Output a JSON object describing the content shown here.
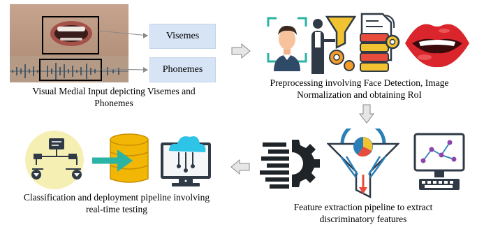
{
  "stage1": {
    "caption_line1": "Visual Medial Input depicting Visemes and",
    "caption_line2": "Phonemes",
    "visemes_label": "Visemes",
    "phonemes_label": "Phonemes"
  },
  "stage2": {
    "caption_line1": "Preprocessing involving Face Detection, Image",
    "caption_line2": "Normalization and obtaining RoI"
  },
  "stage3": {
    "caption_line1": "Feature extraction pipeline to extract",
    "caption_line2": "discriminatory features"
  },
  "stage4": {
    "caption_line1": "Classification and deployment pipeline involving",
    "caption_line2": "real-time testing"
  },
  "colors": {
    "label_box": "#d6e4f5",
    "arrow": "#e0e0e0",
    "accent_teal": "#2bb3a3",
    "accent_yellow": "#f2c330",
    "accent_red": "#d9252b"
  }
}
